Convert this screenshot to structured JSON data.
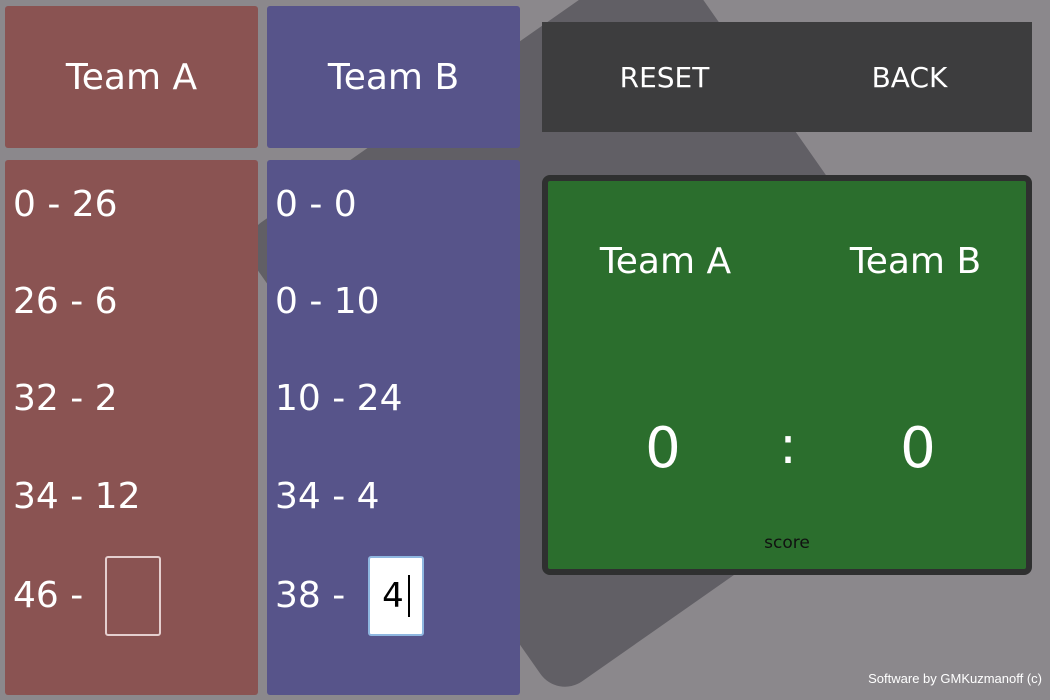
{
  "team_a": {
    "header": "Team A",
    "rows": [
      "0 - 26",
      "26 - 6",
      "32 - 2",
      "34 - 12"
    ],
    "current_prefix": "46 -",
    "current_input": ""
  },
  "team_b": {
    "header": "Team B",
    "rows": [
      "0 - 0",
      "0 - 10",
      "10 - 24",
      "34 - 4"
    ],
    "current_prefix": "38 -",
    "current_input": "4"
  },
  "controls": {
    "reset": "RESET",
    "back": "BACK"
  },
  "scoreboard": {
    "team_a_label": "Team A",
    "team_b_label": "Team B",
    "team_a_score": "0",
    "separator": ":",
    "team_b_score": "0",
    "caption": "score"
  },
  "footer": "Software by GMKuzmanoff (c)"
}
